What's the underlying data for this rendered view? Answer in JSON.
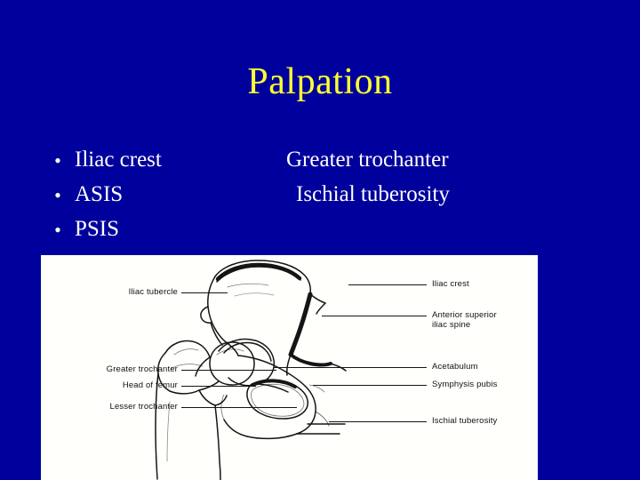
{
  "slide": {
    "title": "Palpation",
    "background_color": "#00009c",
    "title_color": "#ffff33",
    "body_text_color": "#ffffff",
    "bullet_glyph": "•"
  },
  "bullets": [
    {
      "marker": "•",
      "col1": "Iliac crest",
      "col2": "Greater trochanter"
    },
    {
      "marker": "•",
      "col1": "ASIS",
      "col2": "Ischial tuberosity"
    },
    {
      "marker": "•",
      "col1": "PSIS",
      "col2": ""
    }
  ],
  "figure": {
    "background_color": "#fffffc",
    "line_color": "#151515",
    "labels_left": [
      {
        "text": "Iliac tubercle"
      },
      {
        "text": "Greater trochanter"
      },
      {
        "text": "Head of femur"
      },
      {
        "text": "Lesser trochanter"
      }
    ],
    "labels_right": [
      {
        "text": "Iliac crest"
      },
      {
        "text": "Anterior superior",
        "text2": "iliac spine"
      },
      {
        "text": "Acetabulum"
      },
      {
        "text": "Symphysis pubis"
      },
      {
        "text": "Ischial tuberosity"
      }
    ]
  }
}
